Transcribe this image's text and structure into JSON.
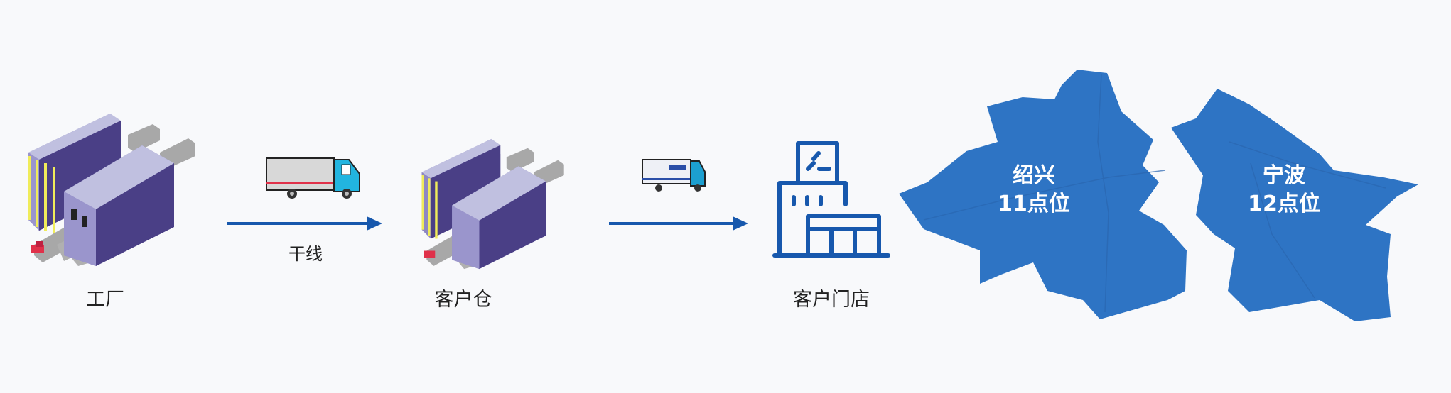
{
  "nodes": [
    {
      "id": "factory",
      "label": "工厂"
    },
    {
      "id": "warehouse",
      "label": "客户仓"
    },
    {
      "id": "store",
      "label": "客户门店"
    }
  ],
  "edges": [
    {
      "from": "factory",
      "to": "warehouse",
      "label": "干线"
    },
    {
      "from": "warehouse",
      "to": "store",
      "label": ""
    }
  ],
  "regions": [
    {
      "name": "绍兴",
      "points": "11点位"
    },
    {
      "name": "宁波",
      "points": "12点位"
    }
  ],
  "colors": {
    "accent": "#1758ad",
    "map_fill": "#2e74c4",
    "building_top": "#c0c0e0",
    "building_side": "#4a3f86"
  }
}
